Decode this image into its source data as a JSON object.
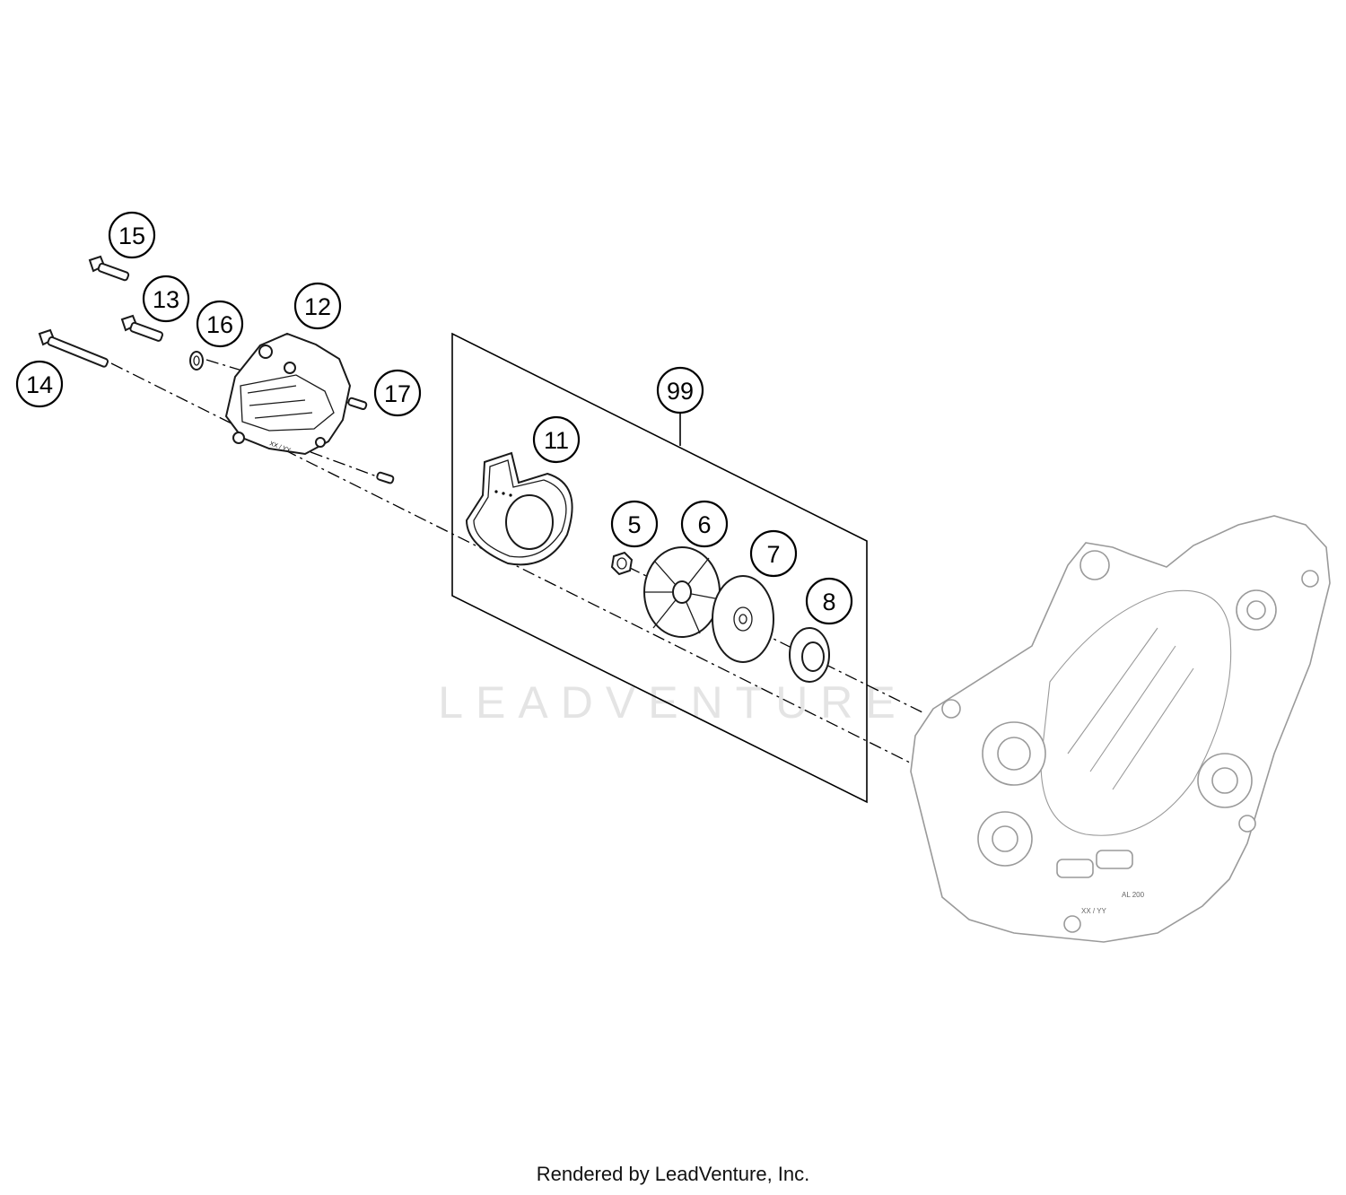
{
  "watermark": "LEADVENTURE",
  "footer": "Rendered by LeadVenture, Inc.",
  "callouts": [
    "15",
    "13",
    "16",
    "12",
    "14",
    "17",
    "99",
    "11",
    "5",
    "6",
    "7",
    "8"
  ]
}
